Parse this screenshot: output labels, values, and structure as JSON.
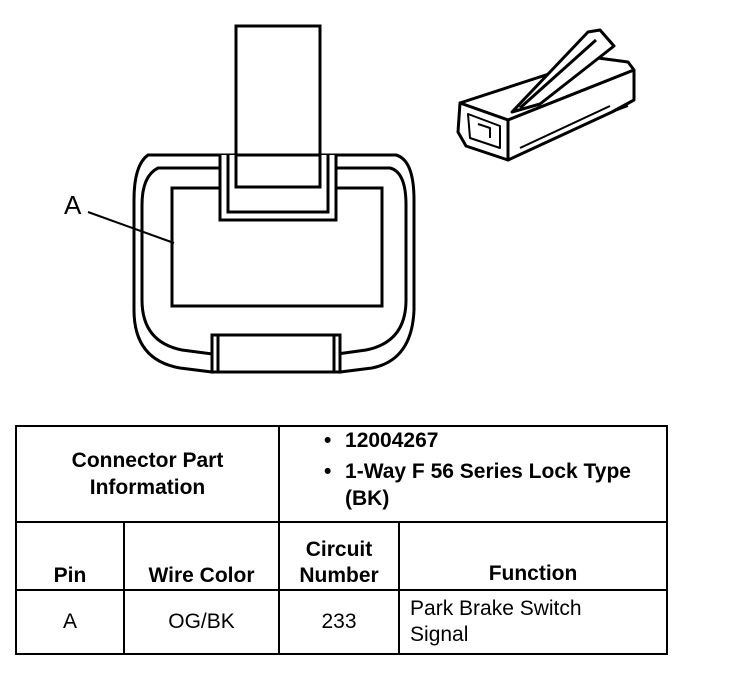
{
  "diagram": {
    "pin_callout": "A"
  },
  "connector_table": {
    "info_header": "Connector Part Information",
    "part_info": [
      "12004267",
      "1-Way F 56 Series Lock Type (BK)"
    ],
    "bullet_glyph": "•",
    "columns": {
      "pin": "Pin",
      "wire_color": "Wire Color",
      "circuit_number": "Circuit Number",
      "function": "Function"
    },
    "rows": [
      {
        "pin": "A",
        "wire_color": "OG/BK",
        "circuit_number": "233",
        "function": "Park Brake Switch Signal"
      }
    ]
  }
}
